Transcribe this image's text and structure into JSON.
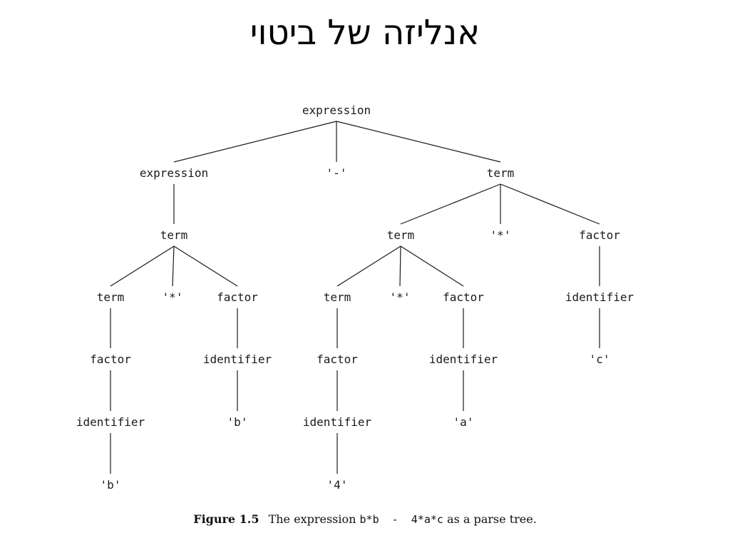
{
  "slide": {
    "title": "אנליזה של ביטוי"
  },
  "tree": {
    "nodes": [
      {
        "id": "n0",
        "label": "expression"
      },
      {
        "id": "n1",
        "label": "expression"
      },
      {
        "id": "n2",
        "label": "'-'"
      },
      {
        "id": "n3",
        "label": "term"
      },
      {
        "id": "n4",
        "label": "term"
      },
      {
        "id": "n5",
        "label": "term"
      },
      {
        "id": "n6",
        "label": "'*'"
      },
      {
        "id": "n7",
        "label": "factor"
      },
      {
        "id": "n8",
        "label": "term"
      },
      {
        "id": "n9",
        "label": "'*'"
      },
      {
        "id": "n10",
        "label": "factor"
      },
      {
        "id": "n11",
        "label": "factor"
      },
      {
        "id": "n12",
        "label": "identifier"
      },
      {
        "id": "n13",
        "label": "identifier"
      },
      {
        "id": "n14",
        "label": "'b'"
      },
      {
        "id": "n15",
        "label": "'b'"
      },
      {
        "id": "n16",
        "label": "term"
      },
      {
        "id": "n17",
        "label": "'*'"
      },
      {
        "id": "n18",
        "label": "factor"
      },
      {
        "id": "n19",
        "label": "factor"
      },
      {
        "id": "n20",
        "label": "identifier"
      },
      {
        "id": "n21",
        "label": "identifier"
      },
      {
        "id": "n22",
        "label": "'4'"
      },
      {
        "id": "n23",
        "label": "identifier"
      },
      {
        "id": "n24",
        "label": "'a'"
      },
      {
        "id": "n25",
        "label": "identifier"
      },
      {
        "id": "n26",
        "label": "'c'"
      }
    ],
    "edges": [
      [
        "n0",
        "n1"
      ],
      [
        "n0",
        "n2"
      ],
      [
        "n0",
        "n3"
      ],
      [
        "n1",
        "n4"
      ],
      [
        "n4",
        "n5"
      ],
      [
        "n4",
        "n6"
      ],
      [
        "n4",
        "n7"
      ],
      [
        "n5",
        "n11"
      ],
      [
        "n11",
        "n12"
      ],
      [
        "n12",
        "n14"
      ],
      [
        "n7",
        "n13"
      ],
      [
        "n13",
        "n15"
      ],
      [
        "n3",
        "n8"
      ],
      [
        "n3",
        "n9"
      ],
      [
        "n3",
        "n10"
      ],
      [
        "n8",
        "n16"
      ],
      [
        "n8",
        "n17"
      ],
      [
        "n8",
        "n18"
      ],
      [
        "n16",
        "n19"
      ],
      [
        "n19",
        "n21"
      ],
      [
        "n21",
        "n22"
      ],
      [
        "n18",
        "n23"
      ],
      [
        "n23",
        "n24"
      ],
      [
        "n10",
        "n25"
      ],
      [
        "n25",
        "n26"
      ]
    ]
  },
  "caption": {
    "label": "Figure 1.5",
    "text_before": "The expression",
    "code": "b*b  -  4*a*c",
    "text_after": "as a parse tree."
  }
}
